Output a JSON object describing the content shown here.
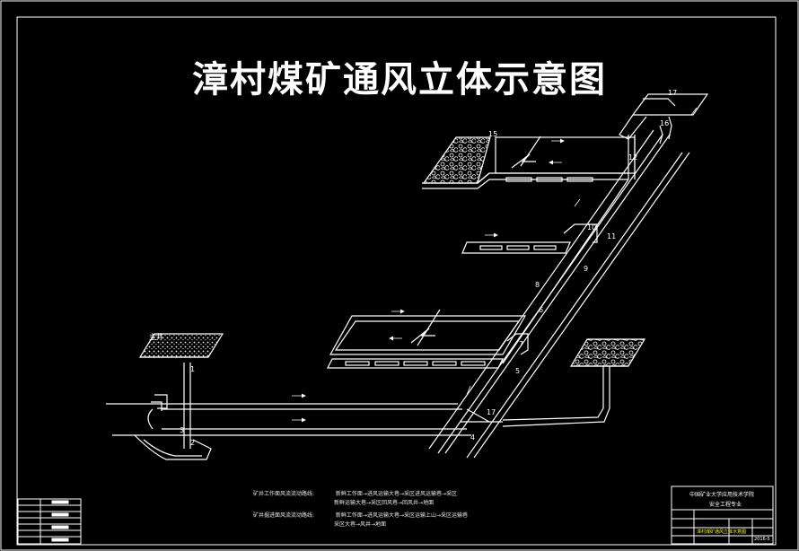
{
  "title": "漳村煤矿通风立体示意图",
  "node_labels": [
    "1",
    "2",
    "3",
    "4",
    "5",
    "6",
    "7",
    "8",
    "9",
    "10",
    "11",
    "12",
    "15",
    "16",
    "17",
    "17"
  ],
  "surface_label": "主井",
  "notes": {
    "row1_label": "矿井工作面风流流动路线:",
    "row1_route_a": "新鲜工作面→进风运输大巷→采区进风运输巷→采区",
    "row1_route_b": "新鲜运输大巷→采区回风巷→回风井→地面",
    "row2_label": "矿井掘进面风流流动路线:",
    "row2_route_a": "新鲜工作面→进风运输大巷→采区运输上山→采区运输巷",
    "row2_route_b": "采区大巷→风井→地面"
  },
  "title_block": {
    "institution": "中国矿业大学应用技术学院",
    "department": "安全工程专业",
    "drawing_name": "漳村煤矿通风立体示意图",
    "drawing_no": "2016-5"
  },
  "colors": {
    "background": "#000000",
    "lines": "#ffffff",
    "accent": "#ffff00"
  }
}
